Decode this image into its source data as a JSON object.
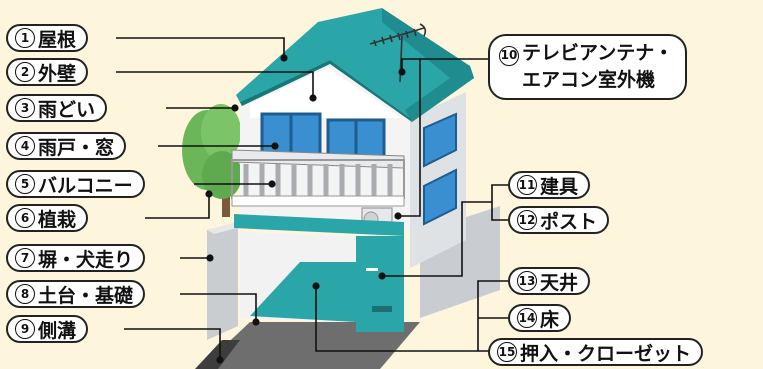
{
  "colors": {
    "background": "#fdf6dc",
    "roof": "#2aa6a8",
    "wall": "#f4f4f4",
    "side_wall": "#d8dcdf",
    "window": "#3a8fd0",
    "tree": "#6cb65a",
    "line": "#111111"
  },
  "labels": [
    {
      "num": "1",
      "text": "屋根"
    },
    {
      "num": "2",
      "text": "外壁"
    },
    {
      "num": "3",
      "text": "雨どい"
    },
    {
      "num": "4",
      "text": "雨戸・窓"
    },
    {
      "num": "5",
      "text": "バルコニー"
    },
    {
      "num": "6",
      "text": "植栽"
    },
    {
      "num": "7",
      "text": "塀・犬走り"
    },
    {
      "num": "8",
      "text": "土台・基礎"
    },
    {
      "num": "9",
      "text": "側溝"
    },
    {
      "num": "10",
      "text": "テレビアンテナ・",
      "text2": "エアコン室外機"
    },
    {
      "num": "11",
      "text": "建具"
    },
    {
      "num": "12",
      "text": "ポスト"
    },
    {
      "num": "13",
      "text": "天井"
    },
    {
      "num": "14",
      "text": "床"
    },
    {
      "num": "15",
      "text": "押入・クローゼット"
    }
  ]
}
